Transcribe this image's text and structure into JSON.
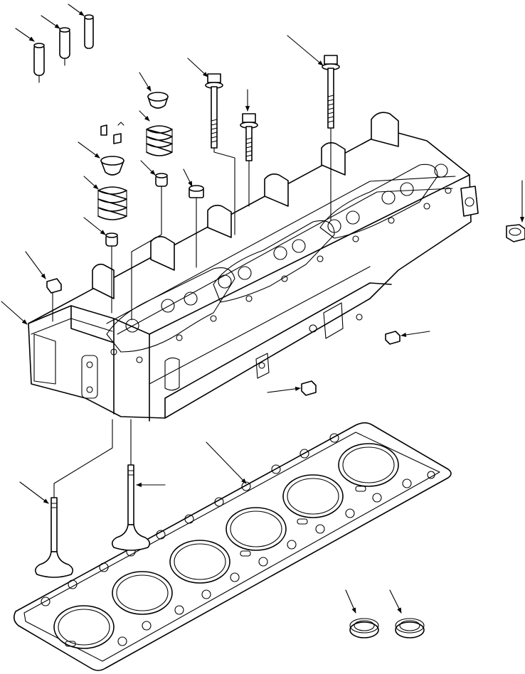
{
  "figure": {
    "kind": "exploded parts diagram",
    "parts": [
      "dowel-pin",
      "dowel-pin",
      "dowel-pin",
      "cylinder-head-bolt-long",
      "cylinder-head-bolt-medium",
      "cylinder-head-bolt-short",
      "valve-spring-retainer",
      "valve-spring",
      "valve-collets",
      "valve-spring-retainer",
      "valve-spring",
      "valve-stem-seal",
      "valve-stem-seal",
      "cup-plug",
      "nut",
      "cylinder-head",
      "pipe-plug",
      "plug",
      "plug",
      "head-gasket",
      "exhaust-valve",
      "intake-valve",
      "valve-seat-insert",
      "valve-seat-insert"
    ],
    "colors": {
      "line": "#000000",
      "background": "#ffffff"
    }
  }
}
